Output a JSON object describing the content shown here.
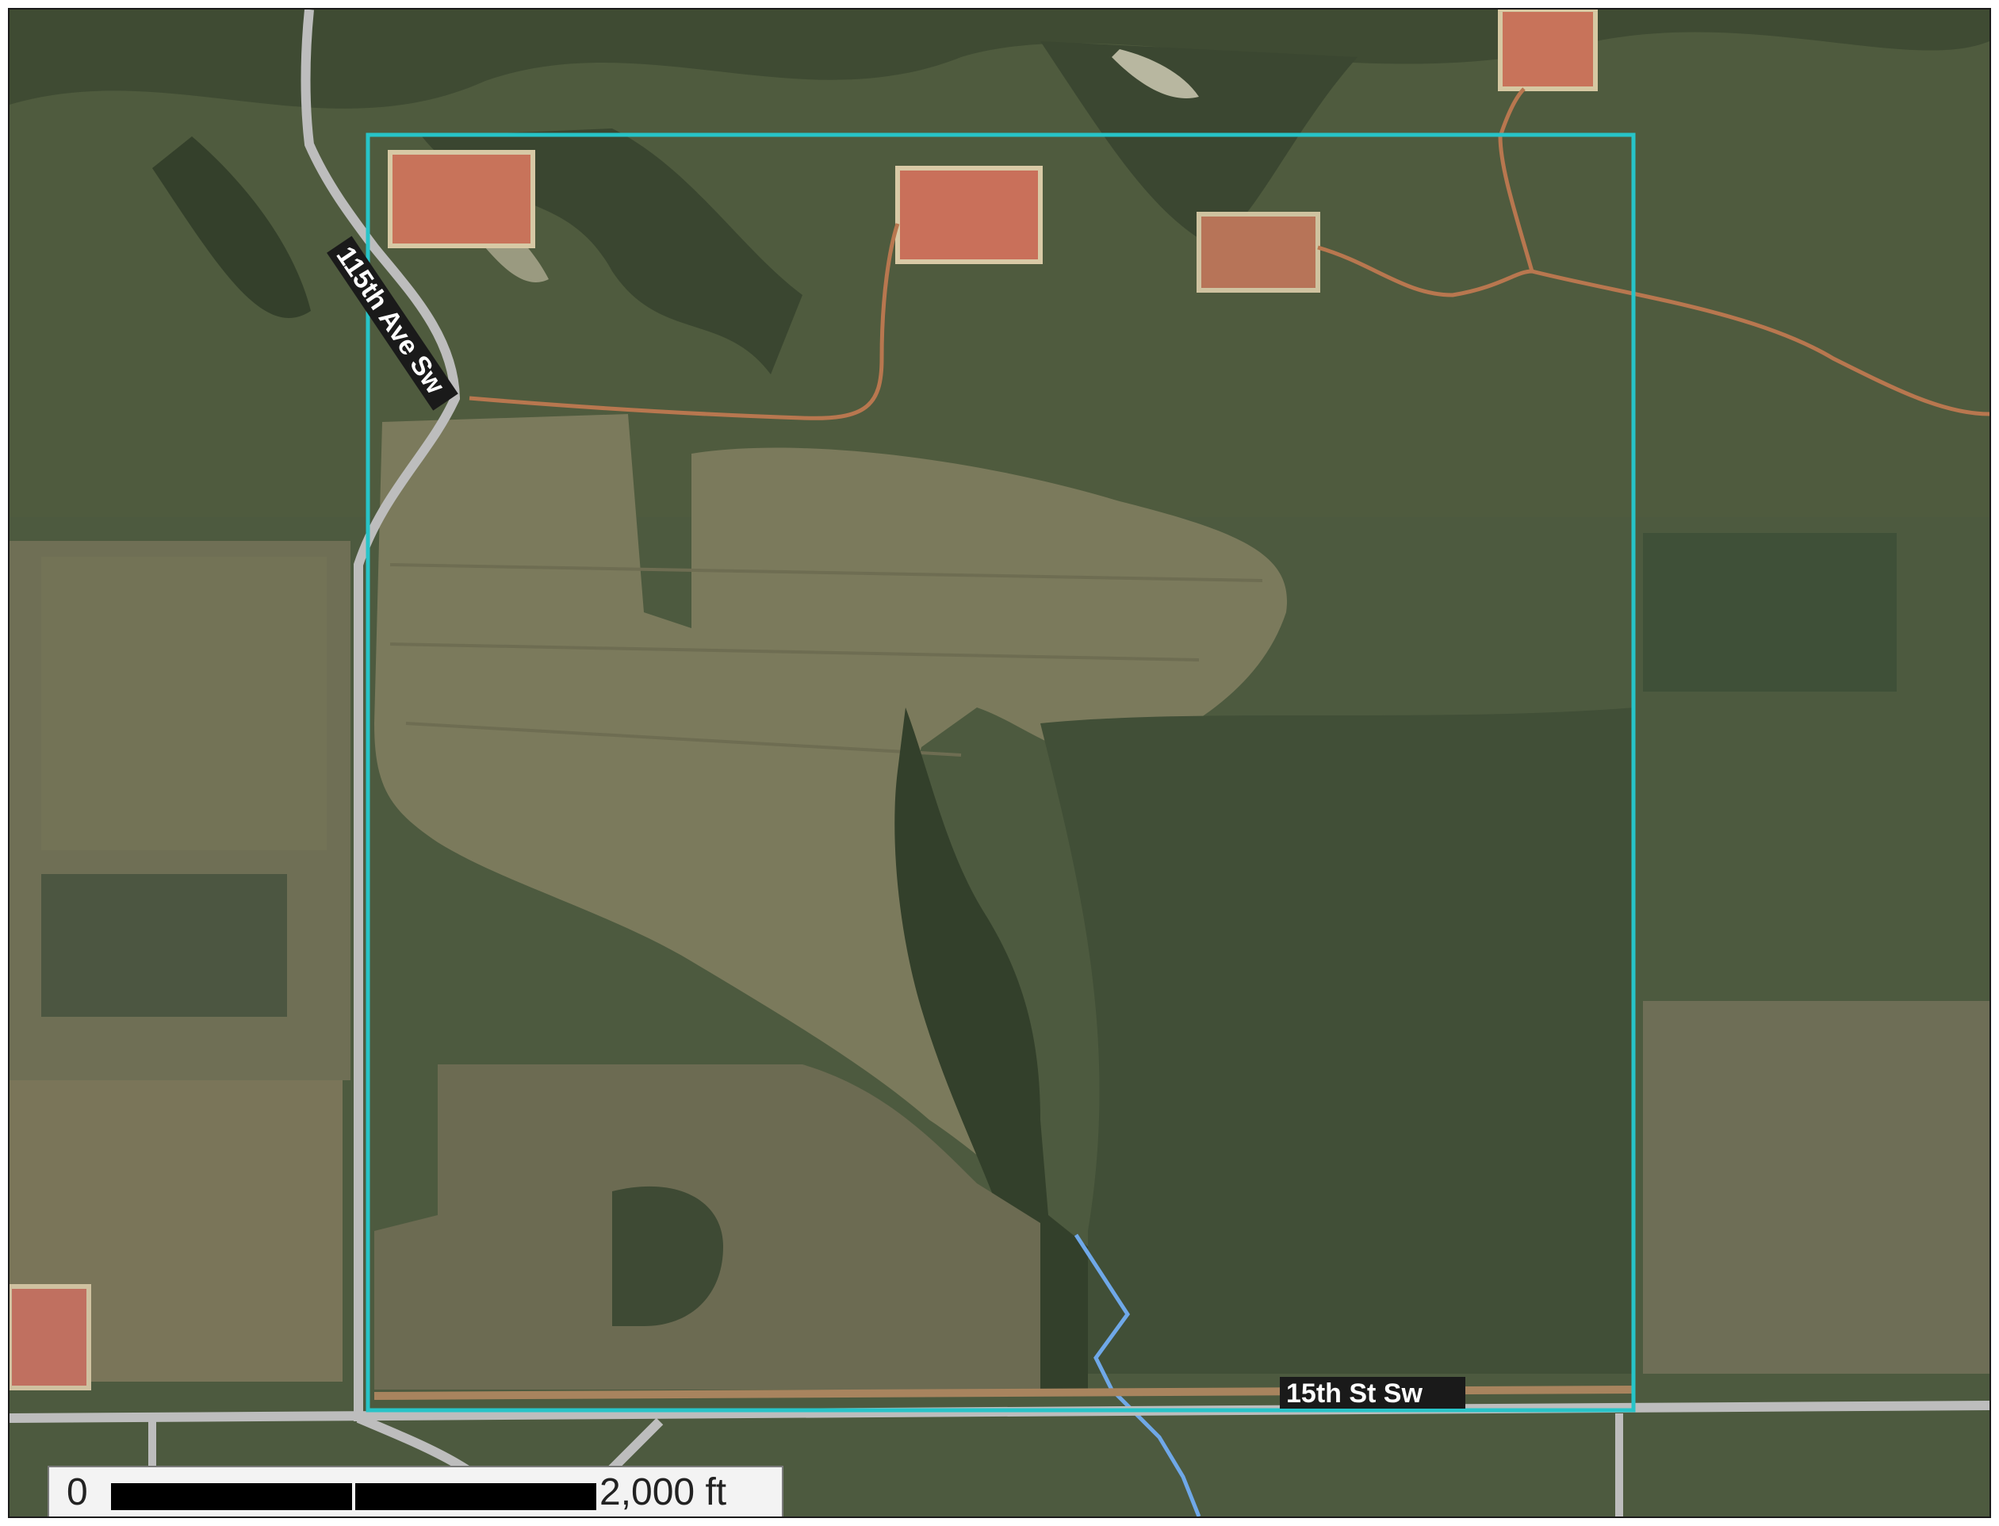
{
  "map": {
    "road_labels": {
      "road_115th": "115th Ave Sw",
      "road_15th": "15th St Sw"
    },
    "scale_bar": {
      "min_label": "0",
      "max_label": "2,000 ft"
    },
    "colors": {
      "boundary": "#27c4c8",
      "road": "#b9b9b9",
      "dirt_road": "#b8774f",
      "well_pad": "#c8735a",
      "stream": "#6fa8e8",
      "cropland": "#7a7a5c",
      "grassland": "#4a5a3c"
    }
  }
}
